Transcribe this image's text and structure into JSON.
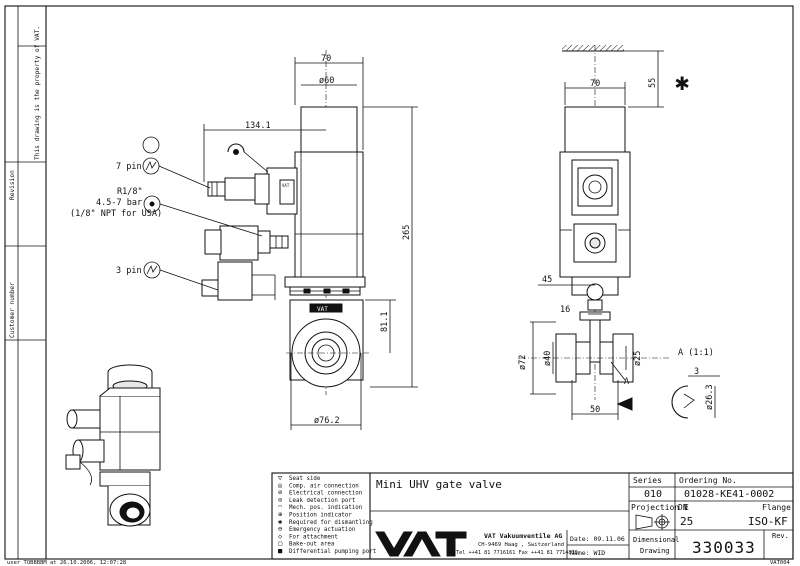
{
  "margin": {
    "property_note": "This drawing is the property of VAT.",
    "revision": "Revision",
    "customer_number": "Customer number"
  },
  "footer": {
    "left_stamp": "user TOBBBBM at 26.10.2006, 12:07:28",
    "right_stamp": "VAT004"
  },
  "callouts": {
    "pin7": "7 pin",
    "r18": "R1/8\"",
    "pressure": "4.5-7 bar",
    "npt": "(1/8\" NPT for USA)",
    "pin3": "3 pin"
  },
  "dimensions": {
    "front_width": "70",
    "front_dia": "ø60",
    "offset": "134.1",
    "height": "265",
    "lower_height": "81.1",
    "bottom_dia": "ø76.2",
    "side_width": "70",
    "top_clear": "55",
    "side_offset": "45",
    "neck": "16",
    "dia72": "ø72",
    "dia40": "ø40",
    "dia25": "ø25",
    "flange_len": "50",
    "detail_label": "A (1:1)",
    "detail_callout": "A",
    "detail_3": "3",
    "detail_dia": "ø26.3"
  },
  "legend": {
    "items": [
      {
        "icon": "seat-side-icon",
        "symbol": "▽",
        "label": "Seat side"
      },
      {
        "icon": "comp-air-icon",
        "symbol": "◎",
        "label": "Comp. air connection"
      },
      {
        "icon": "electrical-icon",
        "symbol": "⊘",
        "label": "Electrical connection"
      },
      {
        "icon": "leak-detection-icon",
        "symbol": "⊙",
        "label": "Leak detection port"
      },
      {
        "icon": "mech-pos-icon",
        "symbol": "◠",
        "label": "Mech. pos. indication"
      },
      {
        "icon": "position-indicator-icon",
        "symbol": "⊕",
        "label": "Position indicator"
      },
      {
        "icon": "dismantling-icon",
        "symbol": "✱",
        "label": "Required for dismantling"
      },
      {
        "icon": "emergency-icon",
        "symbol": "⊖",
        "label": "Emergency actuation"
      },
      {
        "icon": "attachment-icon",
        "symbol": "◇",
        "label": "For attachment"
      },
      {
        "icon": "bakeout-icon",
        "symbol": "▢",
        "label": "Bake-out area"
      },
      {
        "icon": "pumping-port-icon",
        "symbol": "■",
        "label": "Differential pumping port"
      }
    ]
  },
  "title_block": {
    "title": "Mini UHV gate valve",
    "series_label": "Series",
    "series_value": "010",
    "ordering_label": "Ordering No.",
    "ordering_value": "01028-KE41-0002",
    "projection_label": "Projection E",
    "dn_label": "DN",
    "dn_value": "25",
    "flange_label": "Flange",
    "flange_value": "ISO-KF",
    "company": "VAT Vakuumventile AG",
    "address": "CH-9469 Haag , Switzerland",
    "phone": "Tel ++41 81 7716161 Fax ++41 81 7714830",
    "date": "Date: 09.11.06",
    "name": "Name: WID",
    "dimensional": "Dimensional",
    "drawing": "Drawing",
    "drawing_number": "330033",
    "rev_label": "Rev.",
    "logo_text": "VAT"
  }
}
